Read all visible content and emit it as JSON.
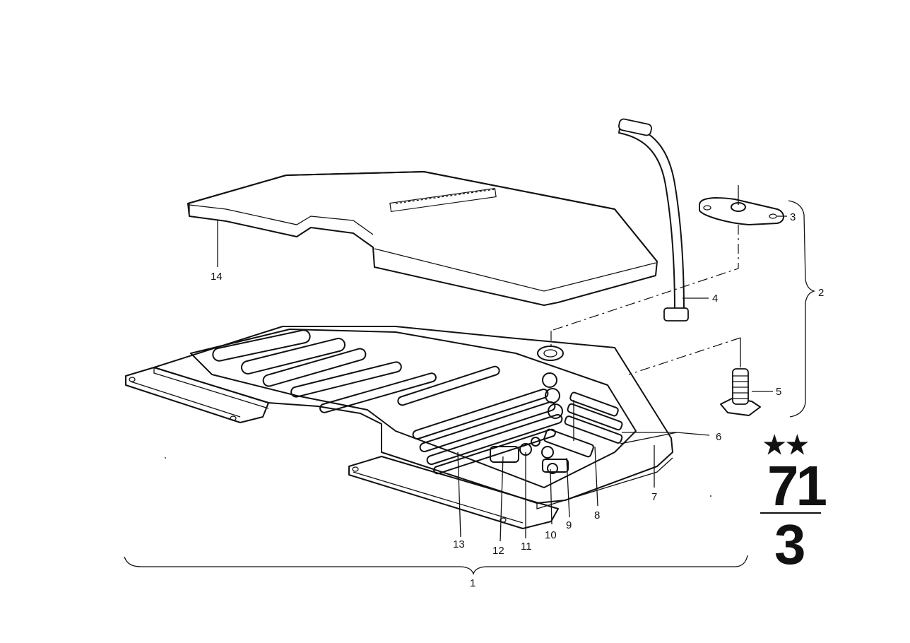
{
  "callouts": {
    "c1": "1",
    "c2": "2",
    "c3": "3",
    "c4": "4",
    "c5": "5",
    "c6": "6",
    "c7": "7",
    "c8": "8",
    "c9": "9",
    "c10": "10",
    "c11": "11",
    "c12": "12",
    "c13": "13",
    "c14": "14"
  },
  "group_code": {
    "stars": "★★",
    "main_group": "71",
    "sub_group": "3"
  }
}
